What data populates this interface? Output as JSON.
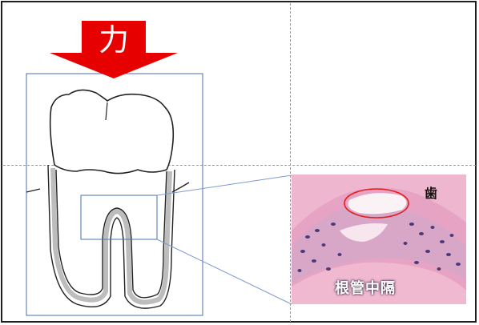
{
  "force_label": "力",
  "micrograph": {
    "tooth_label": "歯",
    "septum_label": "根管中隔"
  },
  "colors": {
    "arrow": "#e60000",
    "box": "#4a6eb5",
    "connector": "#7f9bd0",
    "highlight_ellipse": "#e02020",
    "tissue_pink": "#e9a6c5",
    "nuclei": "#4b3a78"
  }
}
